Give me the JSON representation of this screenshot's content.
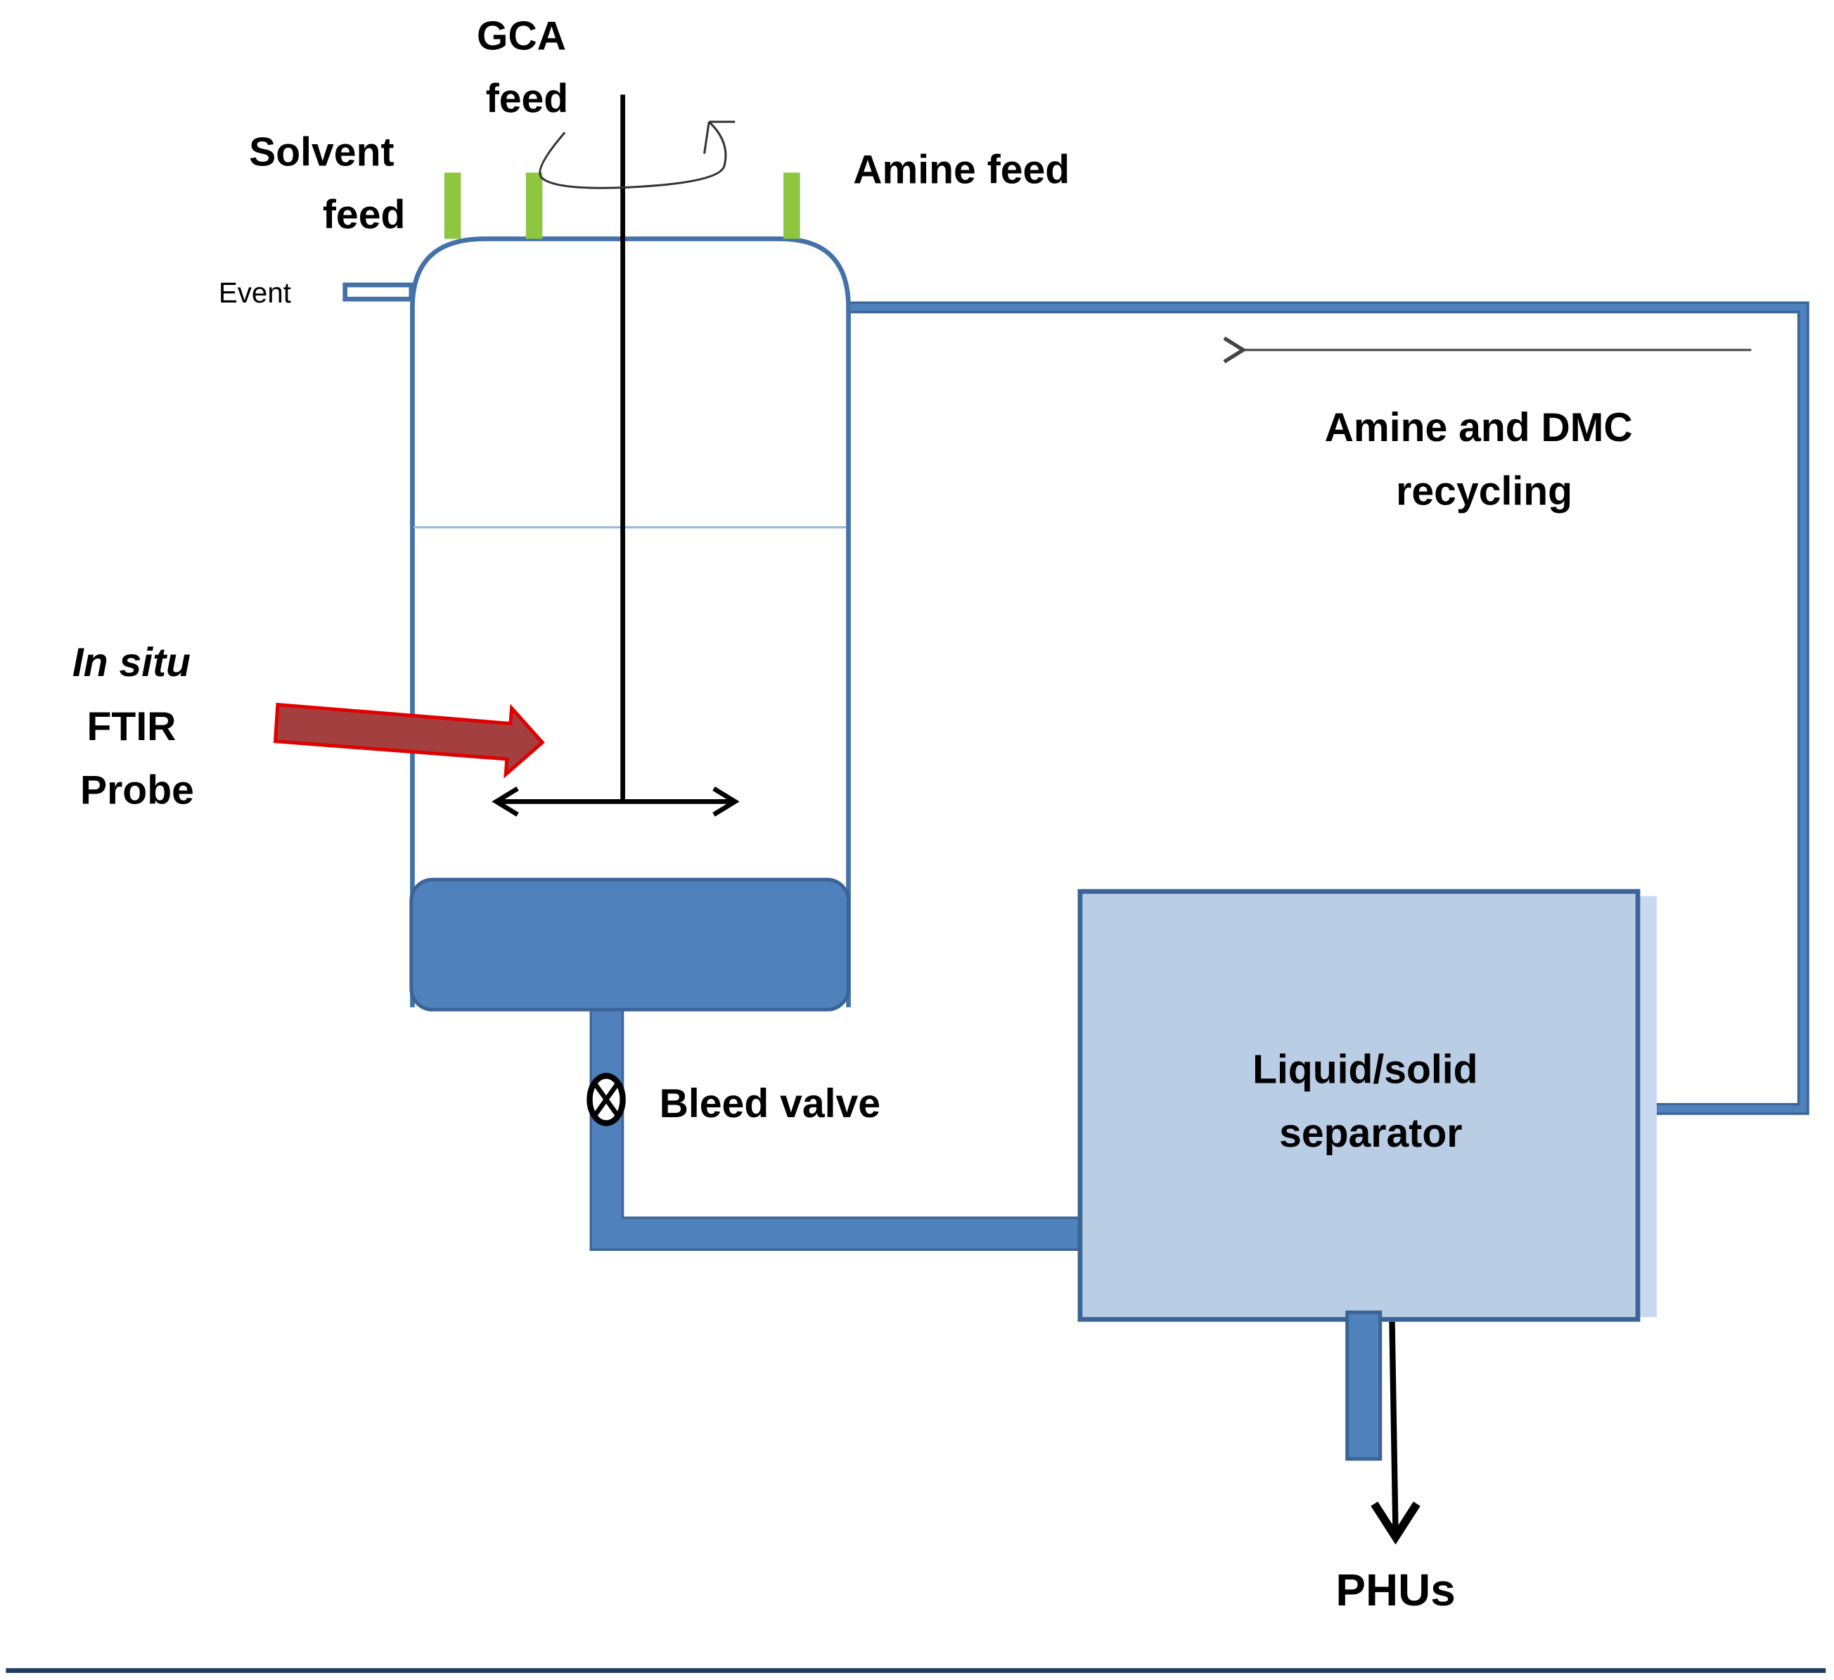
{
  "colors": {
    "pipe_fill": "#4f81bd",
    "pipe_stroke": "#3b6496",
    "vessel_outline": "#4472a8",
    "separator_fill": "#b9cde5",
    "feed_nozzle": "#8dc63f",
    "probe_arrow_fill": "#a33f3f",
    "probe_arrow_stroke": "#e00000",
    "liquid_level": "#9fbbdc",
    "footer_rule": "#1f3a5f"
  },
  "labels": {
    "gca_feed": [
      "GCA",
      "feed"
    ],
    "solvent_feed": [
      "Solvent",
      "feed"
    ],
    "amine_feed": "Amine feed",
    "event": "Event",
    "recycle": [
      "Amine and DMC",
      "recycling"
    ],
    "probe_italic": "In situ",
    "probe_lines": [
      "FTIR",
      "Probe"
    ],
    "bleed_valve": "Bleed valve",
    "separator": [
      "Liquid/solid",
      "separator"
    ],
    "product": "PHUs"
  }
}
